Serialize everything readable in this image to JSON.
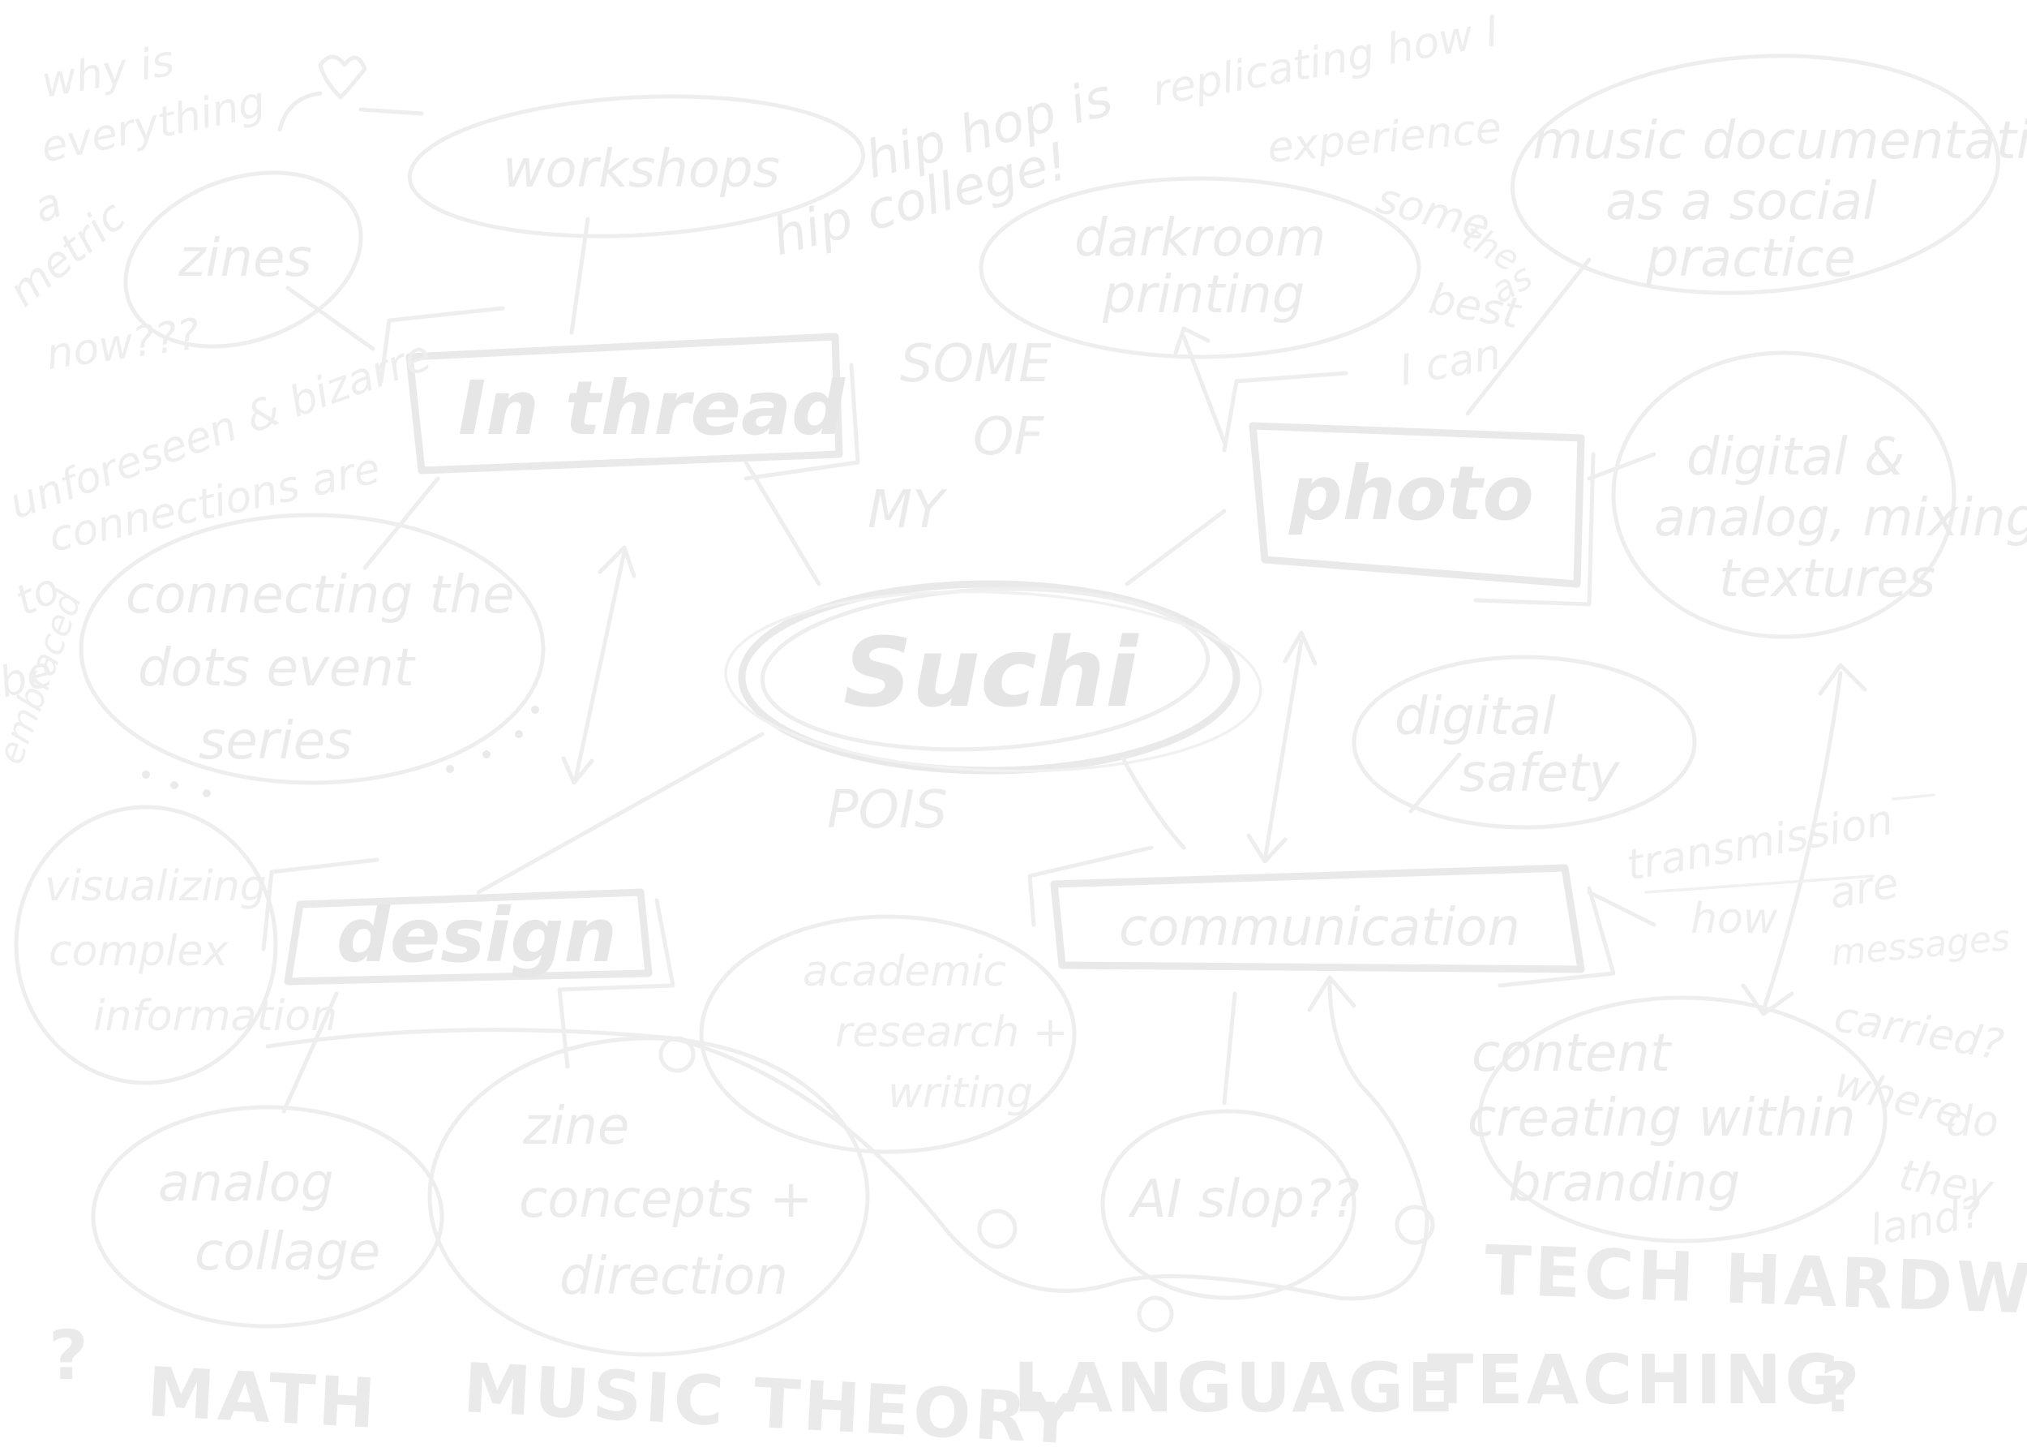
{
  "center": {
    "label": "Suchi",
    "sub": "POIS"
  },
  "center_side": [
    "SOME",
    "OF",
    "MY"
  ],
  "nodes": {
    "in_thread": "In thread",
    "photo": "photo",
    "design": "design",
    "communication": "communication"
  },
  "bubbles": {
    "workshops": "workshops",
    "zines": "zines",
    "connecting_dots": [
      "connecting the",
      "dots event",
      "series"
    ],
    "darkroom": [
      "darkroom",
      "printing"
    ],
    "music_doc": [
      "music documentation",
      "as a social",
      "practice"
    ],
    "digital_analog": [
      "digital &",
      "analog, mixing",
      "textures"
    ],
    "digital_safety": [
      "digital",
      "safety"
    ],
    "visualizing": [
      "visualizing",
      "complex",
      "information"
    ],
    "academic": [
      "academic",
      "research +",
      "writing"
    ],
    "analog_collage": [
      "analog",
      "collage"
    ],
    "zine_concepts": [
      "zine",
      "concepts +",
      "direction"
    ],
    "ai_slop": "AI slop??",
    "content_creating": [
      "content",
      "creating within",
      "branding"
    ]
  },
  "notes": {
    "why_everything": [
      "why is",
      "everything",
      "a",
      "metric",
      "now???"
    ],
    "hip_hop": [
      "hip hop is",
      "hip college!"
    ],
    "replicating": [
      "replicating how I",
      "experience",
      "some",
      "the",
      "best",
      "as",
      "I can"
    ],
    "unforeseen": [
      "unforeseen & bizarre",
      "connections are",
      "to",
      "be",
      "embraced"
    ],
    "transmission": [
      "transmission",
      "how",
      "are",
      "messages",
      "carried?",
      "where",
      "do",
      "they",
      "land?"
    ]
  },
  "bottom_words": [
    "MATH",
    "MUSIC THEORY",
    "LANGUAGE",
    "TEACHING",
    "TECH HARDWARE"
  ],
  "question_marks": [
    "?",
    "?"
  ]
}
